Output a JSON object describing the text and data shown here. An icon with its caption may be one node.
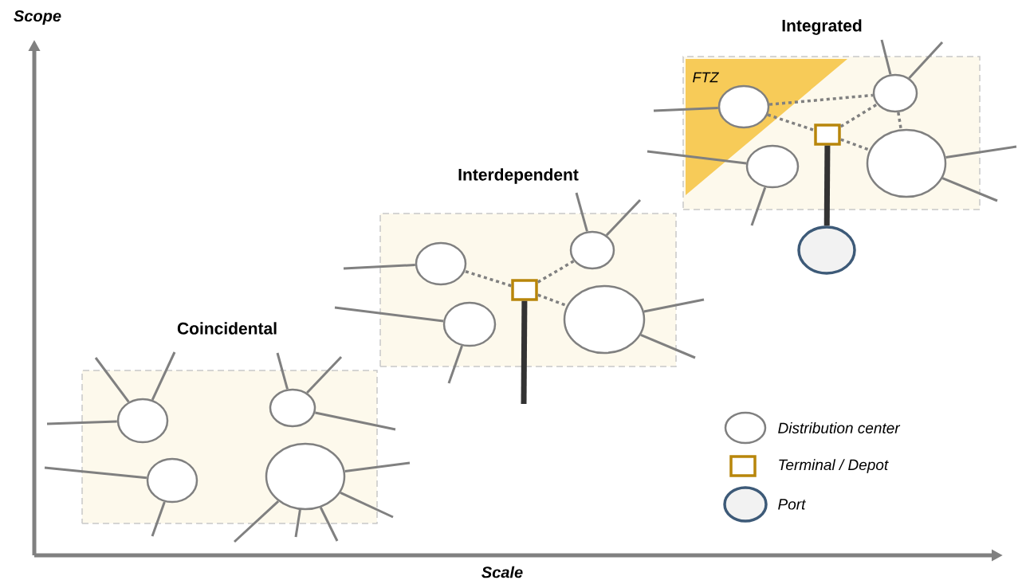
{
  "diagram": {
    "nodes": [
      {
        "text": [
          "Coincidental"
        ]
      },
      {
        "text": [],
        "shape": "circle",
        "in": 0
      },
      {
        "text": [],
        "shape": "circle",
        "in": 0
      },
      {
        "text": [],
        "shape": "circle",
        "in": 0
      },
      {
        "text": [],
        "shape": "circle",
        "in": 0
      },
      {
        "text": [
          "Interdependent"
        ]
      },
      {
        "text": [],
        "shape": "circle",
        "in": 5
      },
      {
        "text": [],
        "shape": "circle",
        "in": 5
      },
      {
        "text": [],
        "shape": "circle",
        "in": 5
      },
      {
        "text": [],
        "shape": "circle",
        "in": 5
      },
      {
        "text": [],
        "shape": "box",
        "in": 5
      },
      {
        "text": [
          "Integrated"
        ]
      },
      {
        "text": [
          "FTZ"
        ],
        "in": 11
      },
      {
        "text": [],
        "shape": "circle",
        "in": 11
      },
      {
        "text": [],
        "shape": "circle",
        "in": 11
      },
      {
        "text": [],
        "shape": "circle",
        "in": 11
      },
      {
        "text": [],
        "shape": "circle",
        "in": 11
      },
      {
        "text": [],
        "shape": "box",
        "in": 11
      },
      {
        "text": [],
        "shape": "circle"
      }
    ],
    "edges": [
      {
        "from": 10,
        "to": 6,
        "arrow": "none",
        "style": "dashed"
      },
      {
        "from": 10,
        "to": 7,
        "arrow": "none",
        "style": "dashed"
      },
      {
        "from": 10,
        "to": 9,
        "arrow": "none",
        "style": "dashed"
      },
      {
        "from": 10,
        "to": null,
        "arrow": "none",
        "style": "thick",
        "color": "#333333"
      },
      {
        "from": 13,
        "to": 14,
        "arrow": "none",
        "style": "dashed"
      },
      {
        "from": 13,
        "to": 17,
        "arrow": "none",
        "style": "dashed"
      },
      {
        "from": 17,
        "to": 14,
        "arrow": "none",
        "style": "dashed"
      },
      {
        "from": 17,
        "to": 16,
        "arrow": "none",
        "style": "dashed"
      },
      {
        "from": 14,
        "to": 16,
        "arrow": "none",
        "style": "dashed"
      },
      {
        "from": 17,
        "to": 18,
        "arrow": "none",
        "style": "thick",
        "color": "#333333"
      },
      {
        "from": 1,
        "to": null,
        "arrow": "none"
      },
      {
        "from": 1,
        "to": null,
        "arrow": "none"
      },
      {
        "from": 1,
        "to": null,
        "arrow": "none"
      },
      {
        "from": 2,
        "to": null,
        "arrow": "none"
      },
      {
        "from": 2,
        "to": null,
        "arrow": "none"
      },
      {
        "from": 2,
        "to": null,
        "arrow": "none"
      },
      {
        "from": 3,
        "to": null,
        "arrow": "none"
      },
      {
        "from": 3,
        "to": null,
        "arrow": "none"
      },
      {
        "from": 4,
        "to": null,
        "arrow": "none"
      },
      {
        "from": 4,
        "to": null,
        "arrow": "none"
      },
      {
        "from": 4,
        "to": null,
        "arrow": "none"
      },
      {
        "from": 4,
        "to": null,
        "arrow": "none"
      },
      {
        "from": 4,
        "to": null,
        "arrow": "none"
      },
      {
        "from": 6,
        "to": null,
        "arrow": "none"
      },
      {
        "from": 7,
        "to": null,
        "arrow": "none"
      },
      {
        "from": 7,
        "to": null,
        "arrow": "none"
      },
      {
        "from": 8,
        "to": null,
        "arrow": "none"
      },
      {
        "from": 8,
        "to": null,
        "arrow": "none"
      },
      {
        "from": 9,
        "to": null,
        "arrow": "none"
      },
      {
        "from": 9,
        "to": null,
        "arrow": "none"
      },
      {
        "from": 13,
        "to": null,
        "arrow": "none"
      },
      {
        "from": 14,
        "to": null,
        "arrow": "none"
      },
      {
        "from": 14,
        "to": null,
        "arrow": "none"
      },
      {
        "from": 15,
        "to": null,
        "arrow": "none"
      },
      {
        "from": 15,
        "to": null,
        "arrow": "none"
      },
      {
        "from": 16,
        "to": null,
        "arrow": "none"
      },
      {
        "from": 16,
        "to": null,
        "arrow": "none"
      }
    ],
    "labels": [
      "Scope",
      "Scale"
    ],
    "legend": [
      {
        "text": "Distribution center"
      },
      {
        "text": "Terminal / Depot"
      },
      {
        "text": "Port"
      }
    ]
  }
}
